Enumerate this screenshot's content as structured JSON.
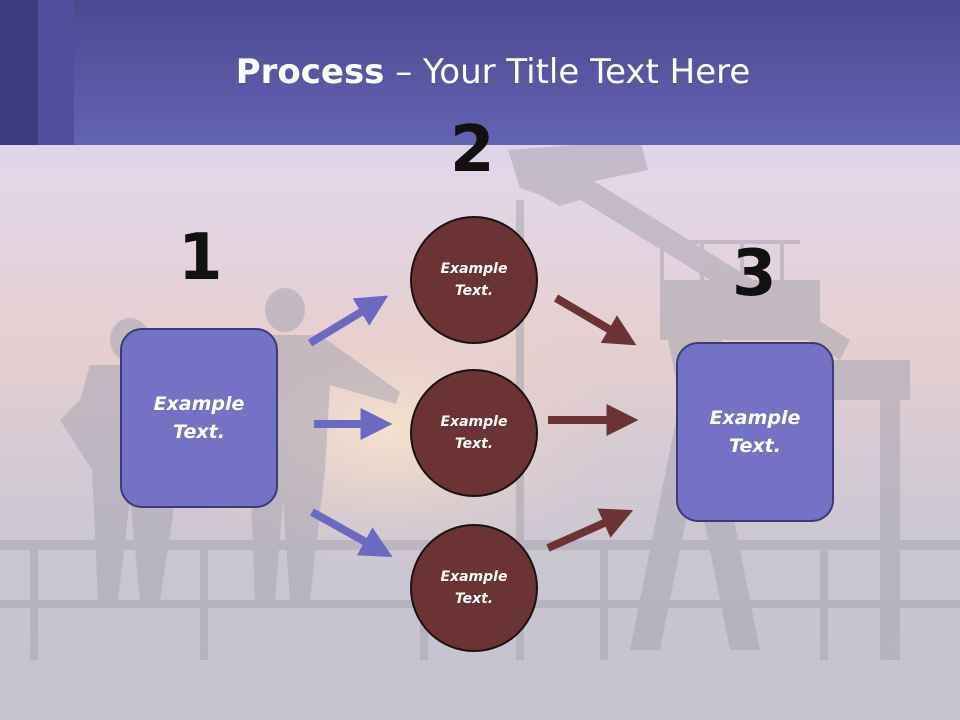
{
  "header": {
    "title_bold": "Process",
    "title_rest": " – Your Title Text Here"
  },
  "steps": {
    "one": {
      "number": "1",
      "text": "Example\nText."
    },
    "two": {
      "number": "2"
    },
    "three": {
      "number": "3",
      "text": "Example\nText."
    }
  },
  "middle": [
    {
      "text": "Example\nText."
    },
    {
      "text": "Example\nText."
    },
    {
      "text": "Example\nText."
    }
  ],
  "colors": {
    "header": "#6363b4",
    "box_fill": "#7472c4",
    "box_border": "#3c3a78",
    "circle_fill": "#6b3333",
    "arrow_left": "#6b69c2",
    "arrow_right": "#6b3333"
  }
}
